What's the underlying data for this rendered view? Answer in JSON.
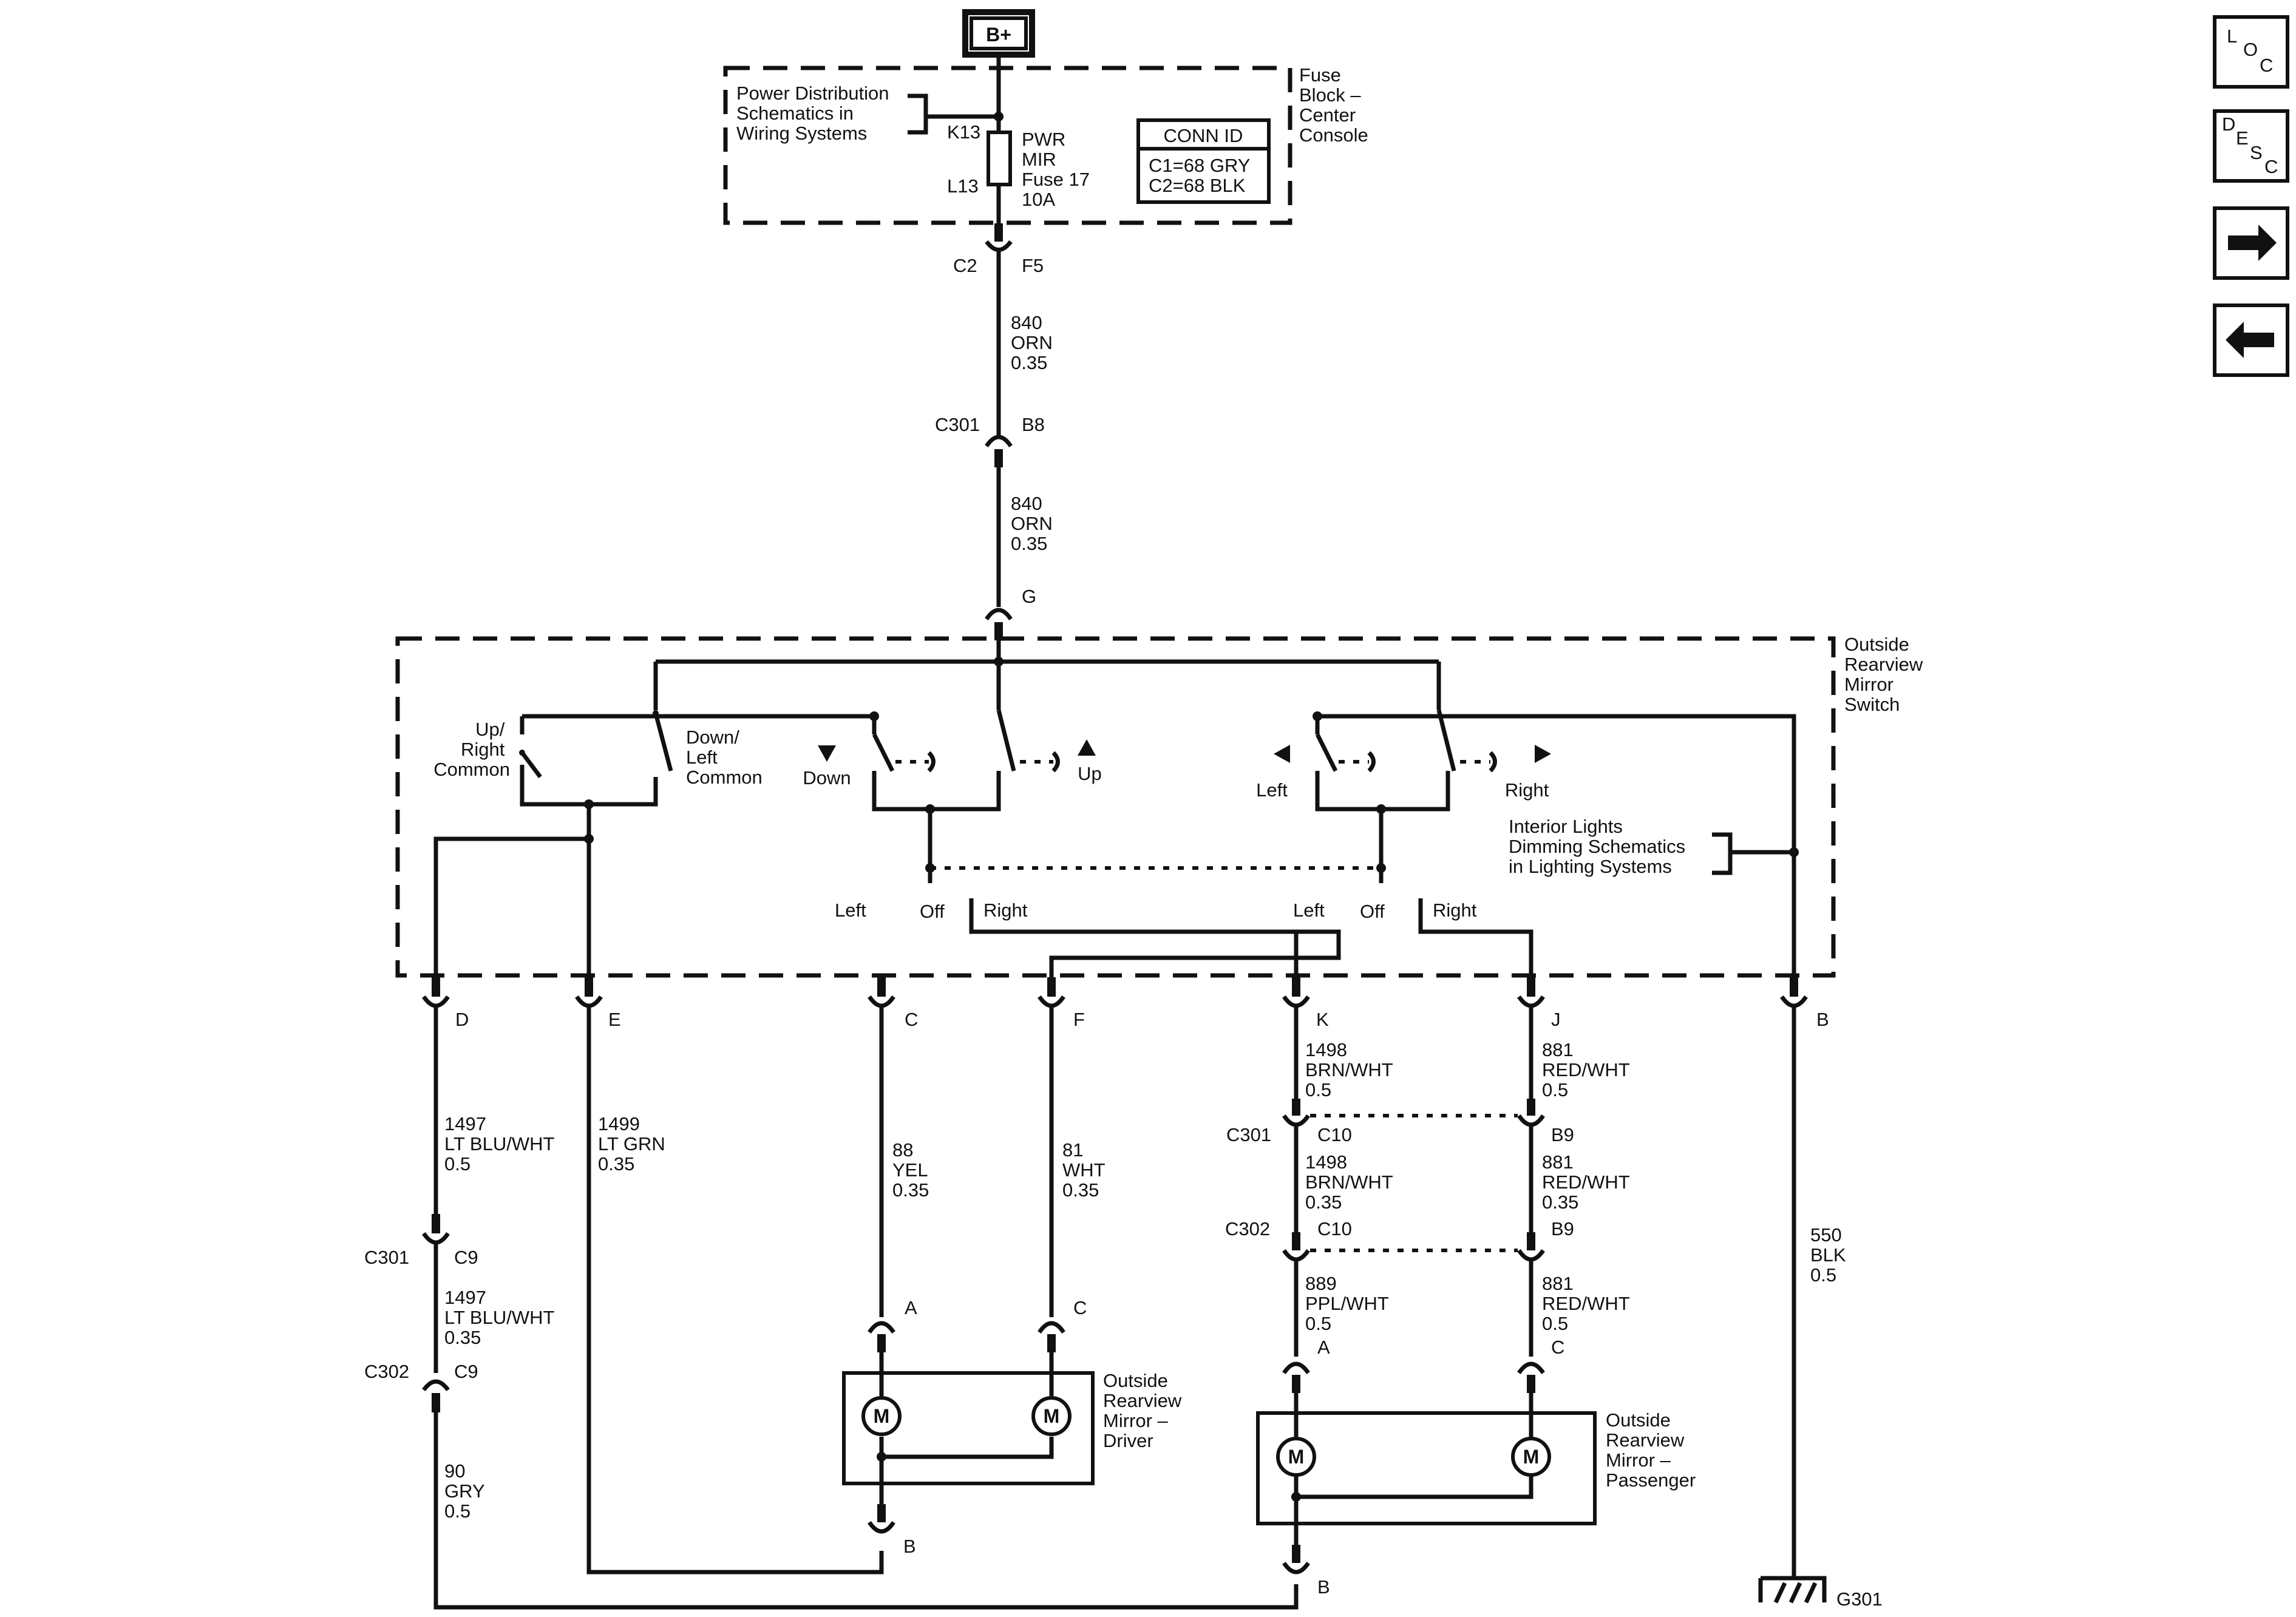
{
  "power": {
    "label": "B+"
  },
  "fuse_block": {
    "name": [
      "Fuse",
      "Block –",
      "Center",
      "Console"
    ],
    "ref": [
      "Power Distribution",
      "Schematics in",
      "Wiring Systems"
    ],
    "term_top": "K13",
    "term_bottom": "L13",
    "fuse": [
      "PWR",
      "MIR",
      "Fuse 17",
      "10A"
    ],
    "conn_id": {
      "title": "CONN ID",
      "lines": [
        "C1=68 GRY",
        "C2=68 BLK"
      ]
    }
  },
  "f5": {
    "conn": "C2",
    "pin": "F5"
  },
  "w840a": [
    "840",
    "ORN",
    "0.35"
  ],
  "c301_b8": {
    "conn": "C301",
    "pin": "B8"
  },
  "w840b": [
    "840",
    "ORN",
    "0.35"
  ],
  "switch": {
    "name": [
      "Outside",
      "Rearview",
      "Mirror",
      "Switch"
    ],
    "pin_g": "G",
    "up_right_common": [
      "Up/",
      "Right",
      "Common"
    ],
    "down_left_common": [
      "Down/",
      "Left",
      "Common"
    ],
    "down": "Down",
    "up": "Up",
    "left": "Left",
    "right": "Right",
    "off1": "Off",
    "off2": "Off",
    "pos_left1": "Left",
    "pos_right1": "Right",
    "pos_left2": "Left",
    "pos_right2": "Right",
    "dimming_ref": [
      "Interior Lights",
      "Dimming Schematics",
      "in Lighting Systems"
    ],
    "pins": {
      "d": "D",
      "e": "E",
      "c": "C",
      "f": "F",
      "k": "K",
      "j": "J",
      "b": "B"
    }
  },
  "wires": {
    "w1497a": [
      "1497",
      "LT BLU/WHT",
      "0.5"
    ],
    "w1499": [
      "1499",
      "LT GRN",
      "0.35"
    ],
    "w88": [
      "88",
      "YEL",
      "0.35"
    ],
    "w81": [
      "81",
      "WHT",
      "0.35"
    ],
    "w1498a": [
      "1498",
      "BRN/WHT",
      "0.5"
    ],
    "w881a": [
      "881",
      "RED/WHT",
      "0.5"
    ],
    "w550": [
      "550",
      "BLK",
      "0.5"
    ],
    "w1497b": [
      "1497",
      "LT BLU/WHT",
      "0.35"
    ],
    "w90": [
      "90",
      "GRY",
      "0.5"
    ],
    "w1498b": [
      "1498",
      "BRN/WHT",
      "0.35"
    ],
    "w881b": [
      "881",
      "RED/WHT",
      "0.35"
    ],
    "w889": [
      "889",
      "PPL/WHT",
      "0.5"
    ],
    "w881c": [
      "881",
      "RED/WHT",
      "0.5"
    ]
  },
  "inline": {
    "c301_c9": {
      "conn": "C301",
      "pin": "C9"
    },
    "c302_c9": {
      "conn": "C302",
      "pin": "C9"
    },
    "c301_c10": {
      "conn": "C301",
      "pin": "C10"
    },
    "c301_b9": {
      "pin": "B9"
    },
    "c302_c10": {
      "conn": "C302",
      "pin": "C10"
    },
    "c302_b9": {
      "pin": "B9"
    }
  },
  "driver_mirror": {
    "name": [
      "Outside",
      "Rearview",
      "Mirror –",
      "Driver"
    ],
    "pin_a": "A",
    "pin_c": "C",
    "pin_b": "B",
    "motor": "M"
  },
  "passenger_mirror": {
    "name": [
      "Outside",
      "Rearview",
      "Mirror –",
      "Passenger"
    ],
    "pin_a": "A",
    "pin_c": "C",
    "pin_b": "B",
    "motor": "M"
  },
  "ground": {
    "label": "G301"
  },
  "nav": {
    "loc": [
      "L",
      "O",
      "C"
    ],
    "desc": [
      "D",
      "E",
      "S",
      "C"
    ],
    "next": "next-arrow-icon",
    "prev": "prev-arrow-icon"
  }
}
